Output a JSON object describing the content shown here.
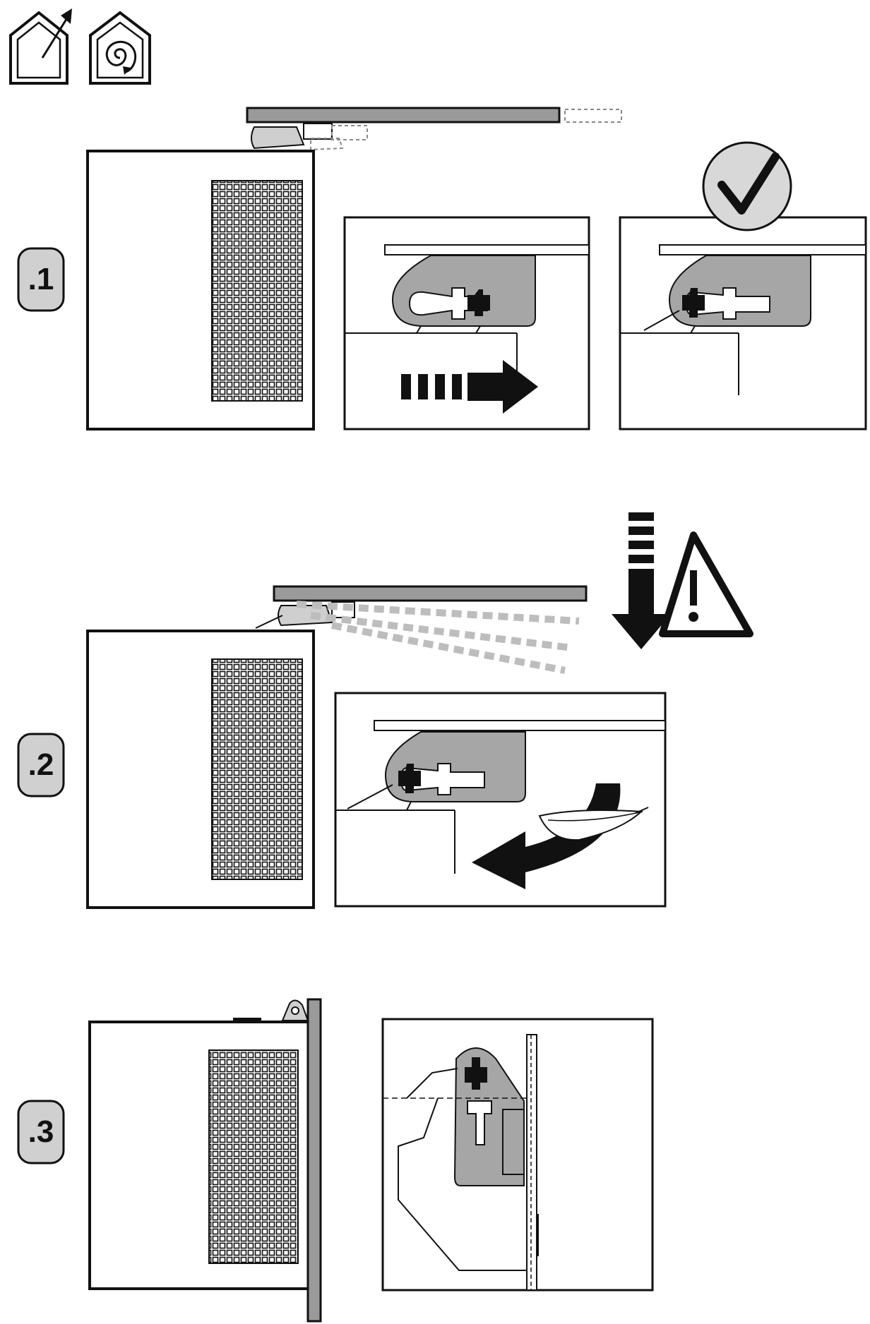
{
  "steps": [
    {
      "label": ".1"
    },
    {
      "label": ".2"
    },
    {
      "label": ".3"
    }
  ],
  "icons": {
    "outdoor": "house-with-outward-arrow-icon",
    "recirculation": "house-with-spiral-icon",
    "ok": "check-mark-icon",
    "warning": "warning-triangle-icon",
    "drop": "down-arrow-icon",
    "slide": "right-arrow-icon",
    "swing": "curved-arrow-icon",
    "feather": "feather-icon"
  },
  "colors": {
    "line": "#111111",
    "panel": "#9a9a9a",
    "bracket": "#a6a6a6",
    "ghost": "#bdbdbd",
    "badge": "#d0d0d0"
  }
}
